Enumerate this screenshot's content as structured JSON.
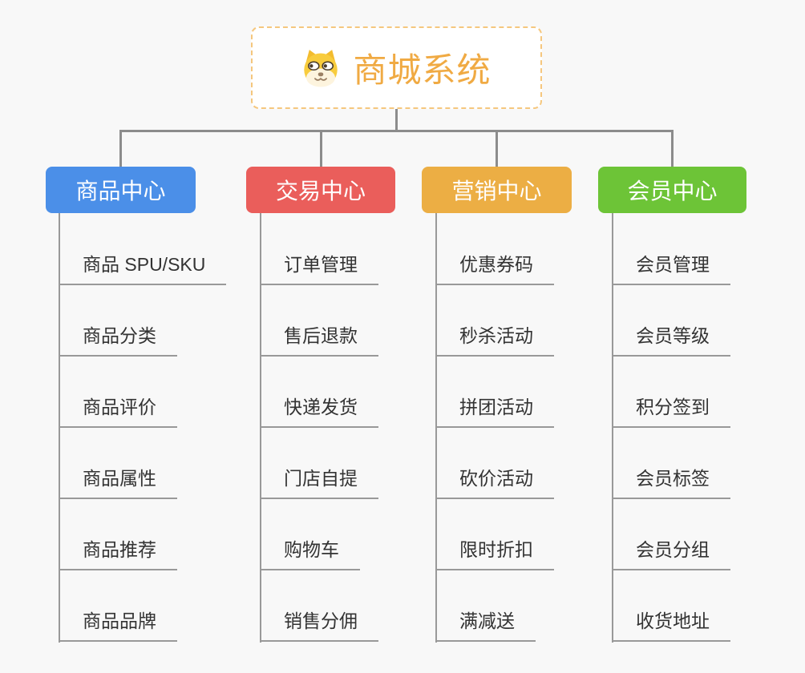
{
  "root": {
    "title": "商城系统",
    "icon": "dog-face-icon",
    "title_color": "#f0aa43",
    "border_color": "#f5c77e"
  },
  "branches": [
    {
      "label": "商品中心",
      "color": "#4b8fe8",
      "items": [
        "商品 SPU/SKU",
        "商品分类",
        "商品评价",
        "商品属性",
        "商品推荐",
        "商品品牌"
      ]
    },
    {
      "label": "交易中心",
      "color": "#ea5e5b",
      "items": [
        "订单管理",
        "售后退款",
        "快递发货",
        "门店自提",
        "购物车",
        "销售分佣"
      ]
    },
    {
      "label": "营销中心",
      "color": "#ecae44",
      "items": [
        "优惠券码",
        "秒杀活动",
        "拼团活动",
        "砍价活动",
        "限时折扣",
        "满减送"
      ]
    },
    {
      "label": "会员中心",
      "color": "#6dc437",
      "items": [
        "会员管理",
        "会员等级",
        "积分签到",
        "会员标签",
        "会员分组",
        "收货地址"
      ]
    }
  ],
  "connector_color": "#8c8c8c"
}
